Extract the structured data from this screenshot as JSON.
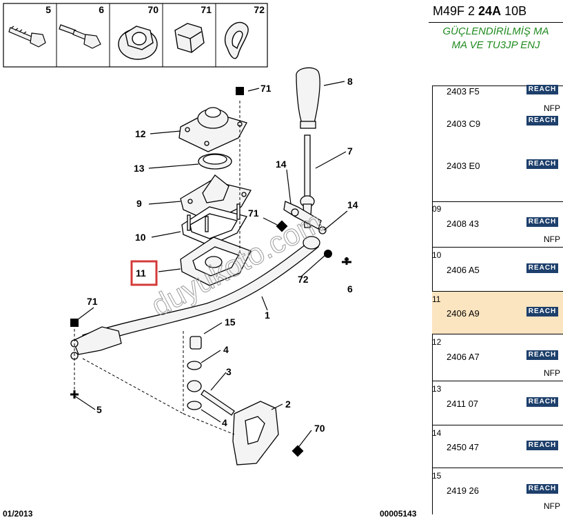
{
  "header": {
    "title_prefix": "M49F 2",
    "title_bold": "24A",
    "title_suffix": "10B",
    "subtitle_line1": "GÜÇLENDİRİLMİŞ MA",
    "subtitle_line2": "MA VE TU3JP ENJ"
  },
  "top_parts": [
    {
      "num": "5"
    },
    {
      "num": "6"
    },
    {
      "num": "70"
    },
    {
      "num": "71"
    },
    {
      "num": "72"
    }
  ],
  "callouts": {
    "c71a": "71",
    "c8": "8",
    "c12": "12",
    "c7": "7",
    "c13": "13",
    "c14a": "14",
    "c9": "9",
    "c14b": "14",
    "c71b": "71",
    "c10": "10",
    "c11": "11",
    "c72": "72",
    "c6": "6",
    "c1": "1",
    "c71c": "71",
    "c15": "15",
    "c4a": "4",
    "c3": "3",
    "c5": "5",
    "c2": "2",
    "c4b": "4",
    "c70": "70"
  },
  "watermark": "duyukoto.com",
  "footer": {
    "date": "01/2013",
    "ref": "00005143"
  },
  "parts_list": [
    {
      "idx": "",
      "code": "2403 F5",
      "reach": "REACH",
      "nfp": "NFP"
    },
    {
      "idx": "",
      "code": "2403 C9",
      "reach": "REACH",
      "nfp": ""
    },
    {
      "idx": "",
      "code": "2403 E0",
      "reach": "REACH",
      "nfp": ""
    },
    {
      "idx": "09",
      "code": "2408 43",
      "reach": "REACH",
      "nfp": "NFP"
    },
    {
      "idx": "10",
      "code": "2406 A5",
      "reach": "REACH",
      "nfp": ""
    },
    {
      "idx": "11",
      "code": "2406 A9",
      "reach": "REACH",
      "nfp": ""
    },
    {
      "idx": "12",
      "code": "2406 A7",
      "reach": "REACH",
      "nfp": "NFP"
    },
    {
      "idx": "13",
      "code": "2411 07",
      "reach": "REACH",
      "nfp": ""
    },
    {
      "idx": "14",
      "code": "2450 47",
      "reach": "REACH",
      "nfp": ""
    },
    {
      "idx": "15",
      "code": "2419 26",
      "reach": "REACH",
      "nfp": "NFP"
    }
  ],
  "colors": {
    "highlight_box": "#d43a3a",
    "selected_row": "#fbe4c0",
    "subtitle": "#1f8a1f",
    "reach_badge": "#1d3f6b"
  }
}
